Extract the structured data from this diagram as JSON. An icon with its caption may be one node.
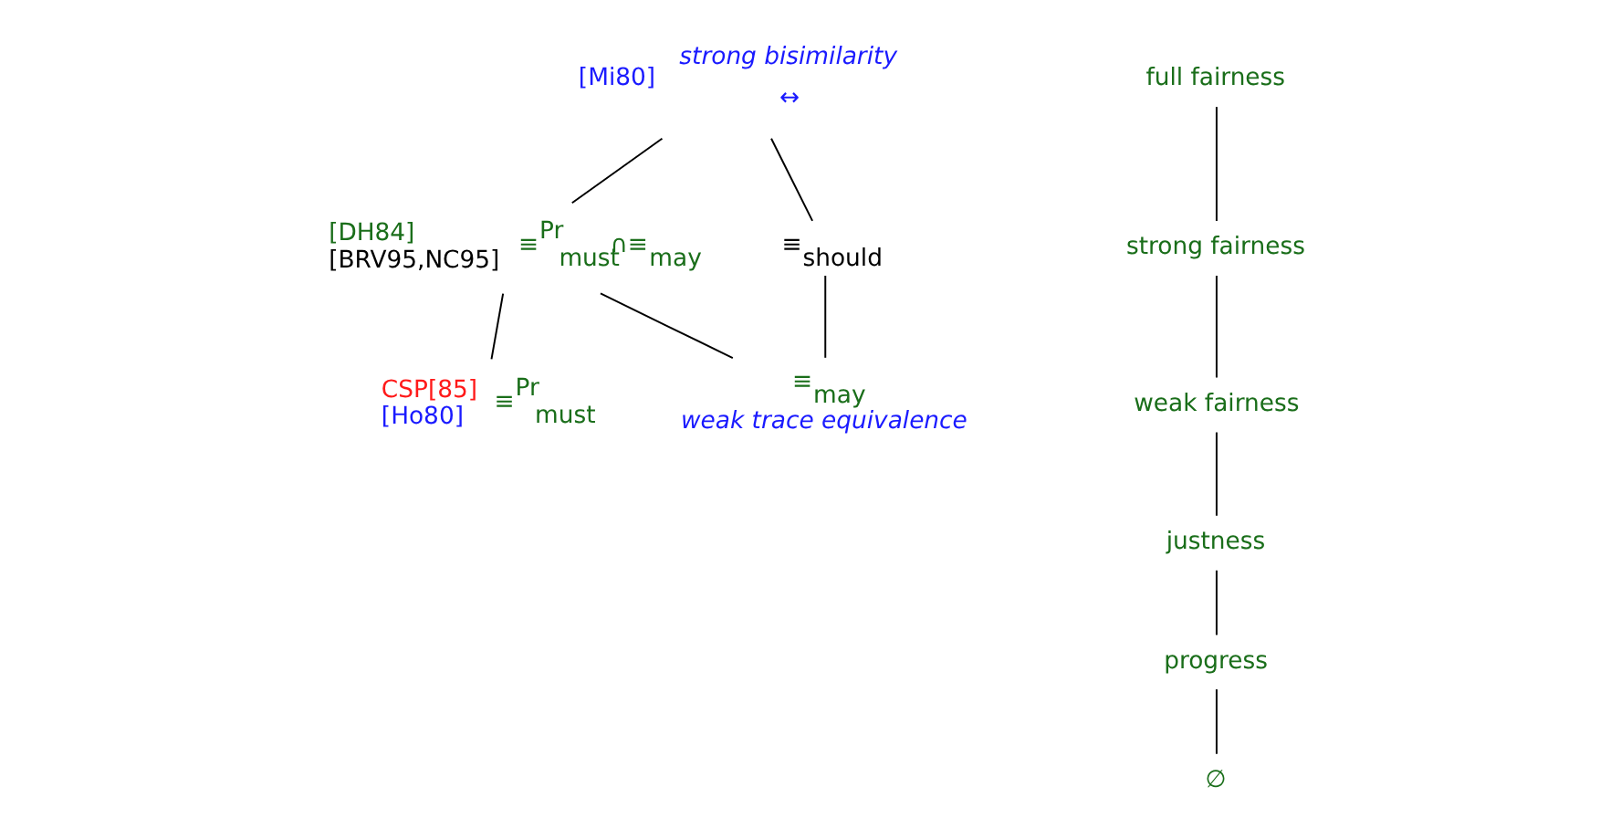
{
  "diagram": {
    "nodes": [
      {
        "text": [
          "strong bisimilarity",
          "↔"
        ],
        "beside": [
          "[Mi80]"
        ]
      },
      {
        "text": [
          "≡$^{Pr}$$_{must}$∩≡$_{may}$"
        ],
        "beside": [
          "[DH84]",
          "[BRV95,NC95]"
        ]
      },
      {
        "text": [
          "≡$_{should}$"
        ]
      },
      {
        "text": [
          "≡$^{Pr}$$_{must}$"
        ],
        "beside": [
          "CSP[85]",
          "[Ho80]"
        ]
      },
      {
        "text": [
          "≡$_{may}$",
          "weak trace equivalence"
        ]
      },
      {
        "text": [
          "full fairness"
        ]
      },
      {
        "text": [
          "strong fairness"
        ]
      },
      {
        "text": [
          "weak fairness"
        ]
      },
      {
        "text": [
          "justness"
        ]
      },
      {
        "text": [
          "progress"
        ]
      },
      {
        "text": [
          "∅"
        ]
      }
    ],
    "edges": [
      {
        "from": 0,
        "to": 1,
        "arrow": "none"
      },
      {
        "from": 0,
        "to": 2,
        "arrow": "none"
      },
      {
        "from": 1,
        "to": 3,
        "arrow": "none"
      },
      {
        "from": 1,
        "to": 4,
        "arrow": "none"
      },
      {
        "from": 2,
        "to": 4,
        "arrow": "none"
      },
      {
        "from": 5,
        "to": 6,
        "arrow": "none"
      },
      {
        "from": 6,
        "to": 7,
        "arrow": "none"
      },
      {
        "from": 7,
        "to": 8,
        "arrow": "none"
      },
      {
        "from": 8,
        "to": 9,
        "arrow": "none"
      },
      {
        "from": 9,
        "to": 10,
        "arrow": "none"
      }
    ]
  }
}
